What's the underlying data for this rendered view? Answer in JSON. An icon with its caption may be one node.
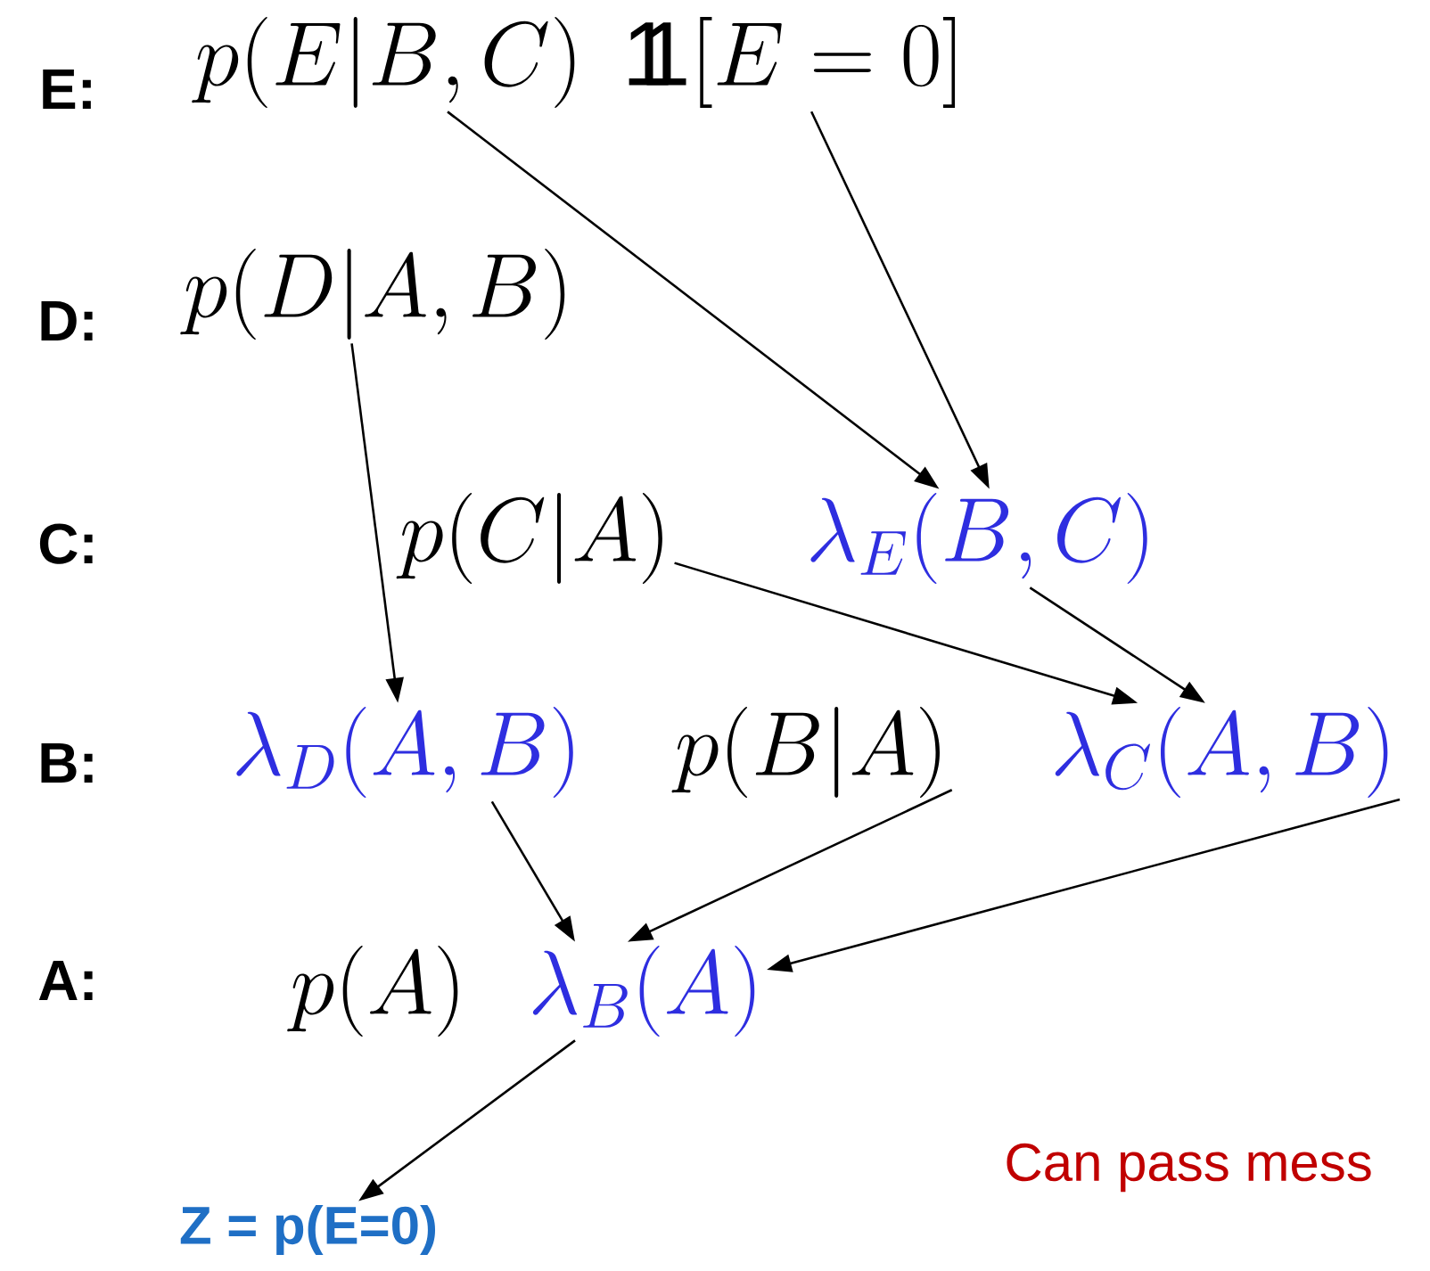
{
  "diagram": {
    "nodes": [
      {
        "text": [
          "p(E|B,C)"
        ]
      },
      {
        "text": [
          "\\mathrm{1}\\mkern-6.5mu\\mathrm{1}[E=0]"
        ]
      },
      {
        "text": [
          "p(D|A,B)"
        ]
      },
      {
        "text": [
          "p(C|A)"
        ]
      },
      {
        "text": [
          "\\lambda_E(B,C)"
        ]
      },
      {
        "text": [
          "\\lambda_D(A,B)"
        ]
      },
      {
        "text": [
          "p(B|A)"
        ]
      },
      {
        "text": [
          "\\lambda_C(A,B)"
        ]
      },
      {
        "text": [
          "p(A)"
        ]
      },
      {
        "text": [
          "\\lambda_B(A)"
        ]
      },
      {
        "text": [
          "Z = p(E=0)"
        ]
      }
    ],
    "edges": [
      {
        "from": 0,
        "to": 4,
        "arrow": "to"
      },
      {
        "from": 1,
        "to": 4,
        "arrow": "to"
      },
      {
        "from": 2,
        "to": 5,
        "arrow": "to"
      },
      {
        "from": 3,
        "to": 7,
        "arrow": "to"
      },
      {
        "from": 4,
        "to": 7,
        "arrow": "to"
      },
      {
        "from": 5,
        "to": 9,
        "arrow": "to"
      },
      {
        "from": 6,
        "to": 9,
        "arrow": "to"
      },
      {
        "from": 7,
        "to": 9,
        "arrow": "to"
      },
      {
        "from": 9,
        "to": 10,
        "arrow": "to"
      }
    ],
    "labels": [
      "E:",
      "D:",
      "C:",
      "B:",
      "A:",
      "Can pass mess"
    ]
  }
}
